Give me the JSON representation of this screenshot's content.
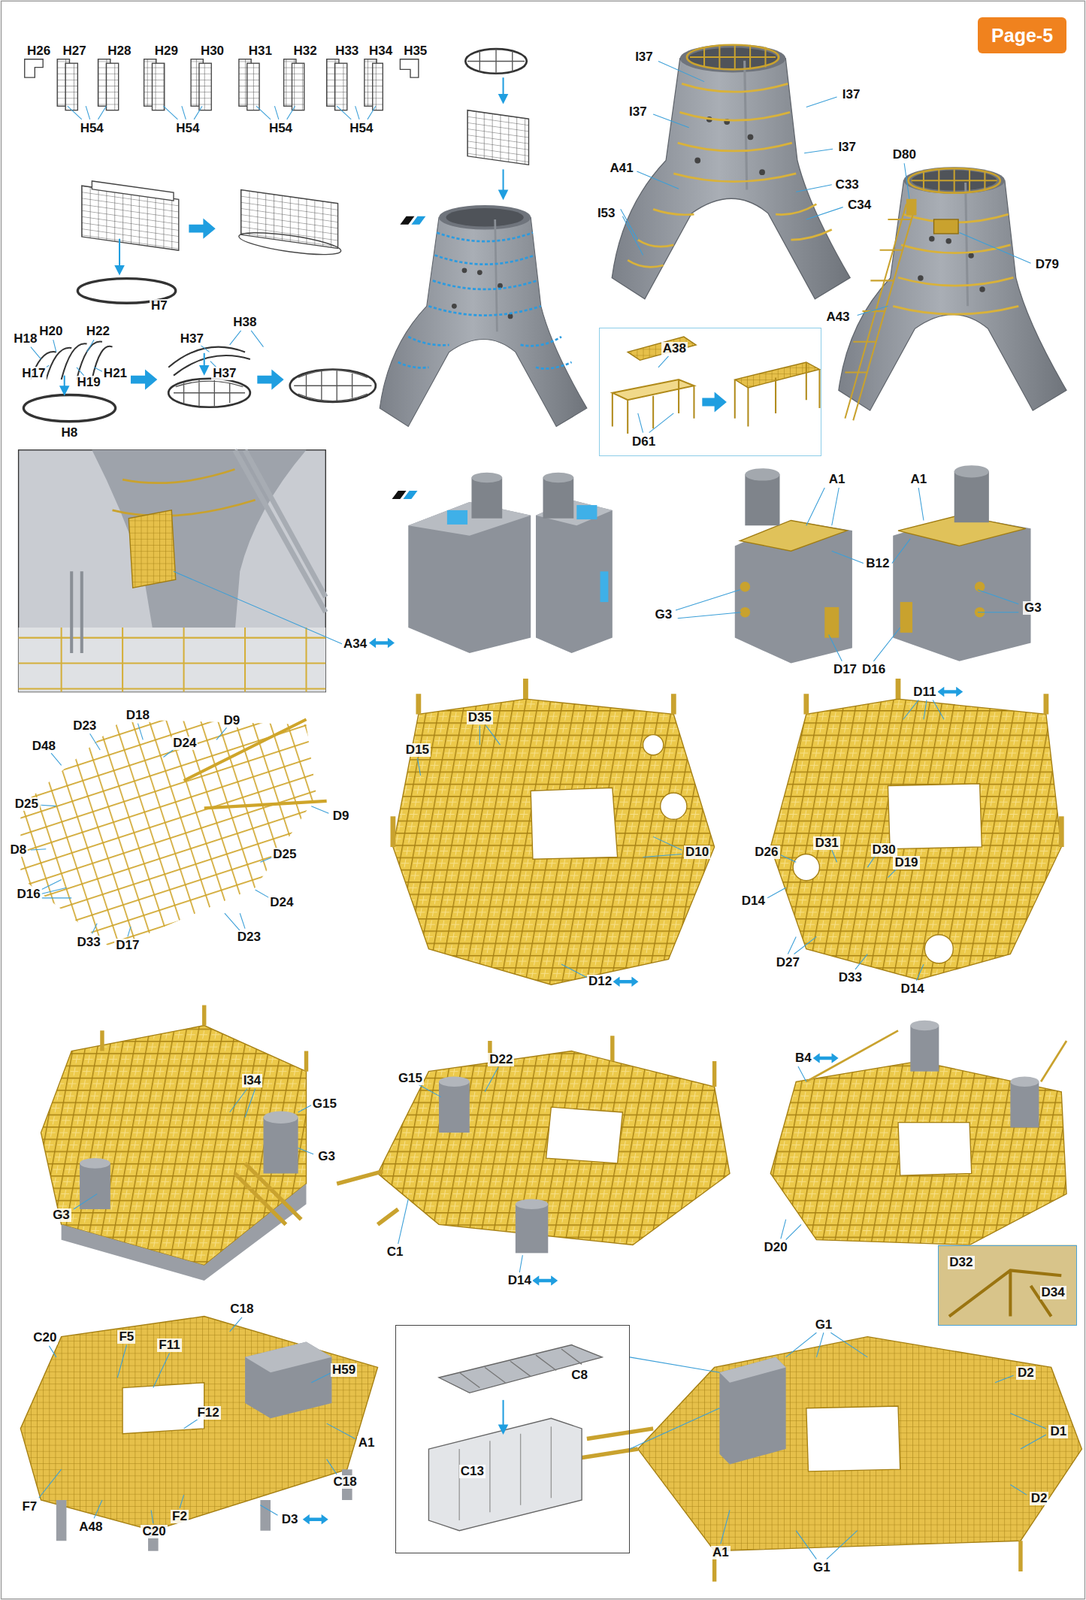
{
  "diagram": {
    "nodes": [
      {
        "text": [
          "Page-5"
        ]
      },
      {
        "text": [
          "A38",
          "D61"
        ]
      },
      {
        "text": [
          "D32",
          "D34"
        ]
      },
      {
        "text": [
          "C8",
          "C13"
        ]
      }
    ],
    "labels": [
      "H26",
      "H27",
      "H28",
      "H29",
      "H30",
      "H31",
      "H32",
      "H33",
      "H34",
      "H35",
      "H54",
      "H54",
      "H54",
      "H54",
      "H7",
      "H18",
      "H20",
      "H22",
      "H17",
      "H19",
      "H21",
      "H8",
      "H38",
      "H37",
      "H37",
      "I37",
      "I37",
      "I37",
      "I37",
      "A41",
      "I53",
      "C33",
      "C34",
      "D80",
      "D79",
      "A43",
      "A34",
      "A1",
      "A1",
      "B12",
      "G3",
      "G3",
      "D17",
      "D16",
      "D23",
      "D18",
      "D24",
      "D9",
      "D48",
      "D25",
      "D9",
      "D8",
      "D25",
      "D16",
      "D24",
      "D33",
      "D17",
      "D23",
      "D35",
      "D15",
      "D10",
      "D12",
      "D11",
      "D26",
      "D31",
      "D30",
      "D19",
      "D14",
      "D27",
      "D33",
      "D14",
      "I34",
      "G15",
      "G3",
      "G3",
      "G15",
      "D22",
      "C1",
      "D14",
      "B4",
      "D20",
      "C18",
      "F5",
      "F11",
      "C20",
      "H59",
      "F12",
      "A1",
      "F7",
      "C18",
      "A48",
      "C20",
      "F2",
      "D3",
      "G1",
      "D2",
      "D1",
      "D2",
      "A1",
      "G1"
    ]
  }
}
